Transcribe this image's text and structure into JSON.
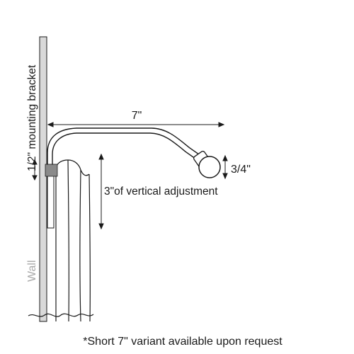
{
  "labels": {
    "mounting_bracket": "1/2\" mounting bracket",
    "width": "7\"",
    "diameter": "3/4\"",
    "vertical_adjustment": "3\"of vertical adjustment",
    "wall": "Wall",
    "footnote": "*Short 7\" variant available upon request"
  },
  "colors": {
    "line": "#1a1a1a",
    "wall_fill": "#d9d9d9",
    "wall_text": "#a9a9a9",
    "bracket_block": "#8a8a8a"
  }
}
